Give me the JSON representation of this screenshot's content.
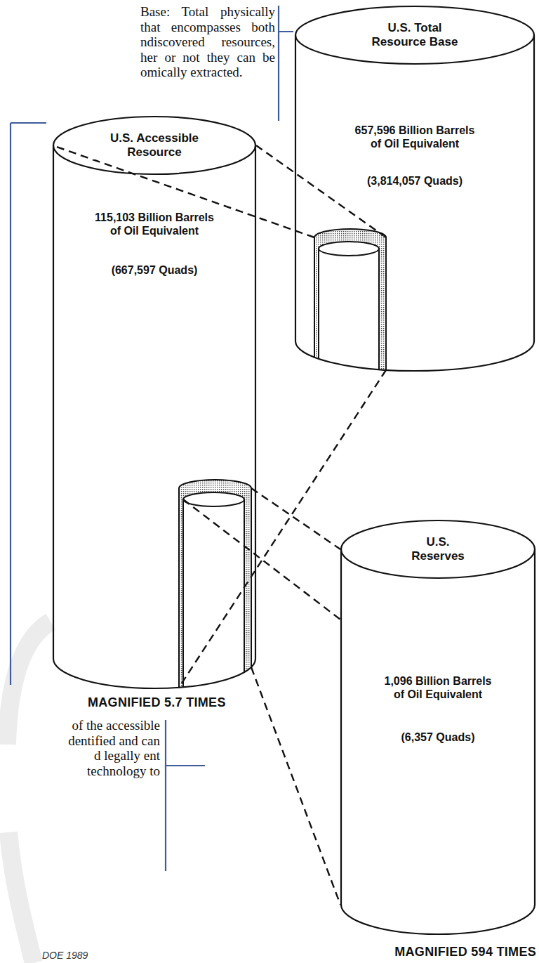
{
  "diagram": {
    "nodes": [
      {
        "text": [
          "U.S. Total Resource Base",
          "657,596 Billion Barrels of Oil Equivalent",
          "(3,814,057 Quads)"
        ]
      },
      {
        "text": [
          "U.S. Accessible Resource",
          "115,103 Billion Barrels of Oil Equivalent",
          "(667,597 Quads)"
        ]
      },
      {
        "text": [
          "U.S. Reserves",
          "1,096 Billion Barrels of Oil Equivalent",
          "(6,357 Quads)"
        ]
      }
    ],
    "edges": [
      {
        "from": 0,
        "to": 1,
        "arrow": "none"
      },
      {
        "from": 1,
        "to": 2,
        "arrow": "none"
      }
    ],
    "labels": [
      "Base: Total physically that encompasses both ndiscovered resources, her or not they can be omically extracted.",
      "MAGNIFIED 5.7 TIMES",
      "of the accessible dentified and can d legally ent technology to",
      "MAGNIFIED 594 TIMES",
      "DOE 1989"
    ]
  }
}
